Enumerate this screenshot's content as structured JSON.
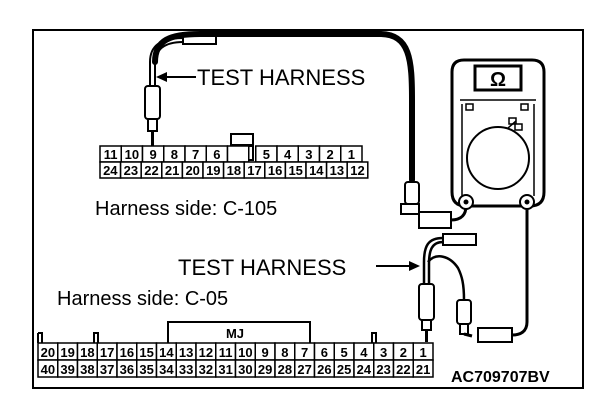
{
  "labels": {
    "test_harness_top": "TEST HARNESS",
    "test_harness_bottom": "TEST HARNESS",
    "harness_side_c105": "Harness side: C-105",
    "harness_side_c05": "Harness side: C-05",
    "mj": "MJ",
    "figure_code": "AC709707BV",
    "meter_symbol": "Ω"
  },
  "connector_c105": {
    "row_top": [
      "11",
      "10",
      "9",
      "8",
      "7",
      "6",
      "",
      "5",
      "4",
      "3",
      "2",
      "1"
    ],
    "row_bottom": [
      "24",
      "23",
      "22",
      "21",
      "20",
      "19",
      "18",
      "17",
      "16",
      "15",
      "14",
      "13",
      "12"
    ]
  },
  "connector_c05": {
    "row_top": [
      "20",
      "19",
      "18",
      "17",
      "16",
      "15",
      "14",
      "13",
      "12",
      "11",
      "10",
      "9",
      "8",
      "7",
      "6",
      "5",
      "4",
      "3",
      "2",
      "1"
    ],
    "row_bottom": [
      "40",
      "39",
      "38",
      "37",
      "36",
      "35",
      "34",
      "33",
      "32",
      "31",
      "30",
      "29",
      "28",
      "27",
      "26",
      "25",
      "24",
      "23",
      "22",
      "21"
    ]
  }
}
